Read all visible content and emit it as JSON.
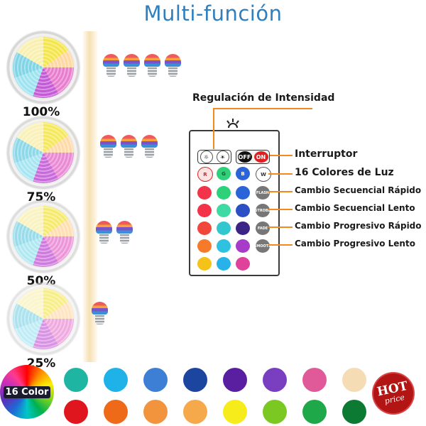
{
  "title": "Multi-función",
  "levels": [
    {
      "label": "100%",
      "bulbs": 4
    },
    {
      "label": "75%",
      "bulbs": 3
    },
    {
      "label": "50%",
      "bulbs": 2
    },
    {
      "label": "25%",
      "bulbs": 1
    }
  ],
  "remote": {
    "off_label": "OFF",
    "on_label": "ON",
    "rgbw": [
      "R",
      "G",
      "B",
      "W"
    ],
    "side_buttons": [
      "FLASH",
      "STROBE",
      "FADE",
      "SMOOTH"
    ]
  },
  "callouts": {
    "intensity": "Regulación de Intensidad",
    "switch": "Interruptor",
    "colors": "16 Colores de Luz",
    "fast_seq": "Cambio Secuencial Rápido",
    "slow_seq": "Cambio Secuencial Lento",
    "fast_prog": "Cambio Progresivo Rápido",
    "slow_prog": "Cambio Progresivo Lento"
  },
  "palette_label": "16 Color",
  "badge": {
    "hot": "HOT",
    "price": "price"
  },
  "colors": {
    "title": "#2f7fbf",
    "leader": "#f28a1e",
    "remote_rows": [
      [
        "#f2334a",
        "#2fd07a",
        "#2b63d9"
      ],
      [
        "#f2334a",
        "#3fd9a3",
        "#2c4fc4"
      ],
      [
        "#f0473a",
        "#32c7cf",
        "#3b2486"
      ],
      [
        "#f57a2a",
        "#2ec2e0",
        "#a63cc8"
      ],
      [
        "#f5c21a",
        "#27b3ea",
        "#e0419a"
      ]
    ],
    "swatches_top": [
      "#1fb5a3",
      "#1fb2e8",
      "#3d7fd4",
      "#1c45a0",
      "#5a1fa0",
      "#7a3fc0",
      "#e05a9a",
      "#f6dcb4"
    ],
    "swatches_bottom": [
      "#e0161e",
      "#ee6a18",
      "#f2933e",
      "#f5a94a",
      "#f6ec1c",
      "#7cc823",
      "#1ea84a",
      "#0d7a33"
    ]
  }
}
